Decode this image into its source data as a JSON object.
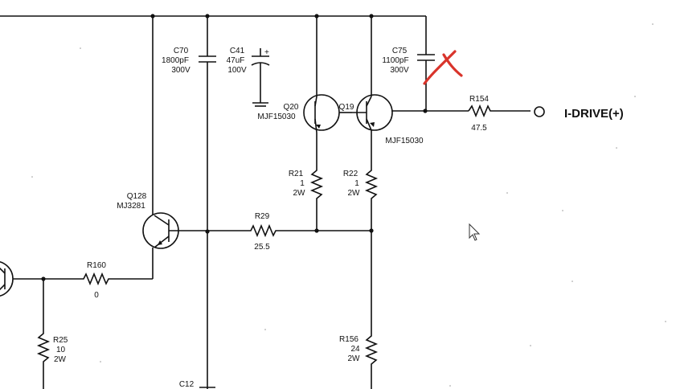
{
  "components": {
    "c70": {
      "ref": "C70",
      "value": "1800pF",
      "rating": "300V"
    },
    "c41": {
      "ref": "C41",
      "value": "47uF",
      "rating": "100V",
      "polarity": "+"
    },
    "c75": {
      "ref": "C75",
      "value": "1100pF",
      "rating": "300V"
    },
    "q20": {
      "ref": "Q20",
      "part": "MJF15030"
    },
    "q19": {
      "ref": "Q19",
      "part": "MJF15030"
    },
    "q128": {
      "ref": "Q128",
      "part": "MJ3281"
    },
    "r154": {
      "ref": "R154",
      "value": "47.5"
    },
    "r21": {
      "ref": "R21",
      "value": "1",
      "rating": "2W"
    },
    "r22": {
      "ref": "R22",
      "value": "1",
      "rating": "2W"
    },
    "r29": {
      "ref": "R29",
      "value": "25.5"
    },
    "r160": {
      "ref": "R160",
      "value": "0"
    },
    "r25": {
      "ref": "R25",
      "value": "10",
      "rating": "2W"
    },
    "r156": {
      "ref": "R156",
      "value": "24",
      "rating": "2W"
    },
    "c12": {
      "ref": "C12"
    }
  },
  "output": {
    "label": "I-DRIVE(+)"
  },
  "annotation": {
    "color": "#d9342b",
    "meaning": "cross-out-mark"
  }
}
